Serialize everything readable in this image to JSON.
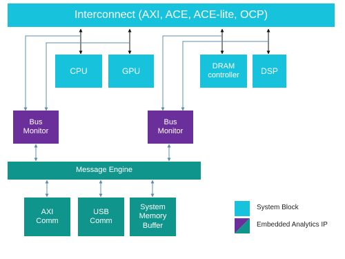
{
  "interconnect": {
    "label": "Interconnect (AXI, ACE, ACE-lite, OCP)"
  },
  "system_blocks": {
    "cpu": "CPU",
    "gpu": "GPU",
    "dram_controller": "DRAM\ncontroller",
    "dsp": "DSP"
  },
  "bus_monitors": {
    "left": "Bus\nMonitor",
    "right": "Bus\nMonitor"
  },
  "message_engine": {
    "label": "Message Engine"
  },
  "comm_blocks": {
    "axi": "AXI\nComm",
    "usb": "USB\nComm",
    "memory_buffer": "System\nMemory\nBuffer"
  },
  "legend": {
    "system_block": "System Block",
    "embedded_analytics_ip": "Embedded Analytics IP"
  },
  "colors": {
    "system_block": "#17c3dc",
    "bus_monitor": "#6b2f9c",
    "embedded_ip": "#0f958b",
    "wire": "#5b8db0",
    "arrow_black": "#111111"
  }
}
